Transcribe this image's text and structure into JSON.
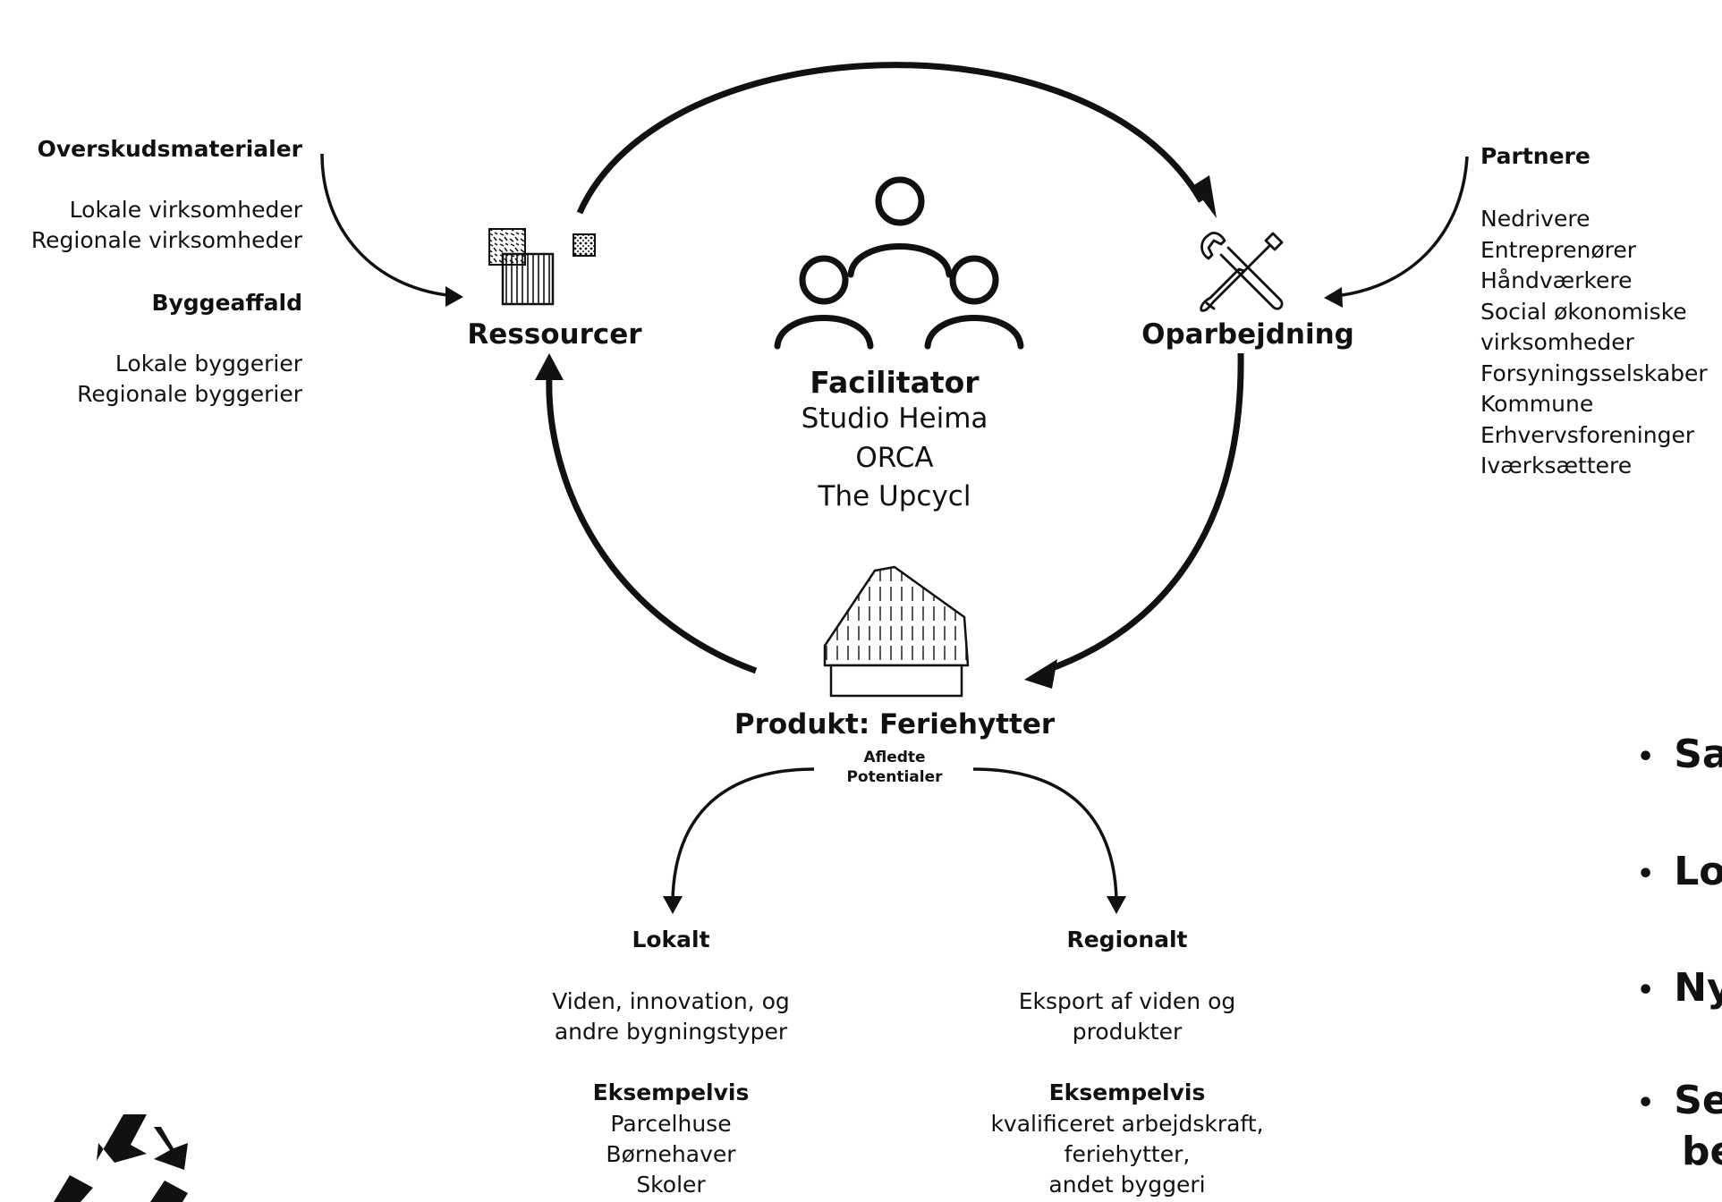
{
  "left_input": {
    "heading_1": "Overskudsmaterialer",
    "items_1": [
      "Lokale virksomheder",
      "Regionale virksomheder"
    ],
    "heading_2": "Byggeaffald",
    "items_2": [
      "Lokale byggerier",
      "Regionale byggerier"
    ]
  },
  "nodes": {
    "resources": "Ressourcer",
    "processing": "Oparbejdning",
    "product": "Produkt: Feriehytter",
    "derived_1": "Afledte",
    "derived_2": "Potentialer"
  },
  "facilitator": {
    "heading": "Facilitator",
    "names": [
      "Studio Heima",
      "ORCA",
      "The Upcycl"
    ]
  },
  "partners": {
    "heading": "Partnere",
    "items": [
      "Nedrivere",
      "Entreprenører",
      "Håndværkere",
      "Social økonomiske",
      "virksomheder",
      "Forsyningsselskaber",
      "Kommune",
      "Erhvervsforeninger",
      "Iværksættere"
    ]
  },
  "local": {
    "heading": "Lokalt",
    "desc": [
      "Viden, innovation, og",
      "andre bygningstyper"
    ],
    "example_heading": "Eksempelvis",
    "examples": [
      "Parcelhuse",
      "Børnehaver",
      "Skoler"
    ]
  },
  "regional": {
    "heading": "Regionalt",
    "desc": [
      "Eksport af viden og",
      "produkter"
    ],
    "example_heading": "Eksempelvis",
    "examples": [
      "kvalificeret arbejdskraft,",
      "feriehytter,",
      "andet byggeri"
    ]
  },
  "bullets": [
    "Sa",
    "Lo",
    "Ny",
    "Se",
    "be"
  ],
  "icons": {
    "materials": "material-samples-icon",
    "tools": "wrench-screwdriver-icon",
    "people": "people-group-icon",
    "cabin": "cabin-icon",
    "recycle": "recycle-icon"
  },
  "colors": {
    "ink": "#111111",
    "background": "#ffffff"
  }
}
